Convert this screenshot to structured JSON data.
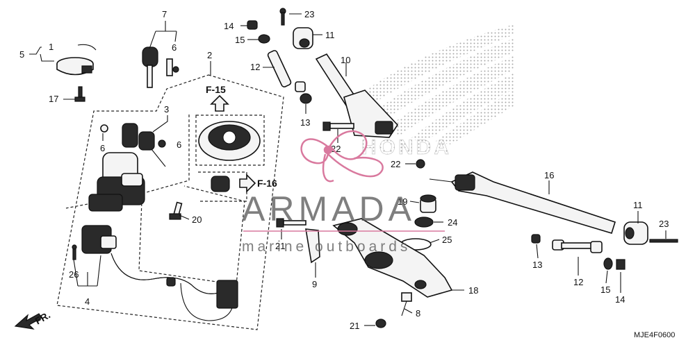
{
  "diagram": {
    "code": "MJE4F0600",
    "front_label": "FR.",
    "refs": {
      "f15": "F-15",
      "f16": "F-16"
    },
    "callouts": {
      "c1": "1",
      "c2": "2",
      "c3": "3",
      "c4": "4",
      "c5": "5",
      "c6a": "6",
      "c6b": "6",
      "c6c": "6",
      "c7": "7",
      "c8": "8",
      "c9": "9",
      "c10": "10",
      "c11a": "11",
      "c11b": "11",
      "c12a": "12",
      "c12b": "12",
      "c13a": "13",
      "c13b": "13",
      "c14a": "14",
      "c14b": "14",
      "c15a": "15",
      "c15b": "15",
      "c16": "16",
      "c17": "17",
      "c18": "18",
      "c19": "19",
      "c20": "20",
      "c21a": "21",
      "c21b": "21",
      "c22a": "22",
      "c22b": "22",
      "c23a": "23",
      "c23b": "23",
      "c24": "24",
      "c25": "25",
      "c26": "26"
    }
  },
  "watermark": {
    "brand": "HONDA",
    "name": "ARMADA",
    "subtitle": "marine outboards",
    "colors": {
      "accent": "#d9799e",
      "logo_dots": "#9a9a9a"
    }
  }
}
